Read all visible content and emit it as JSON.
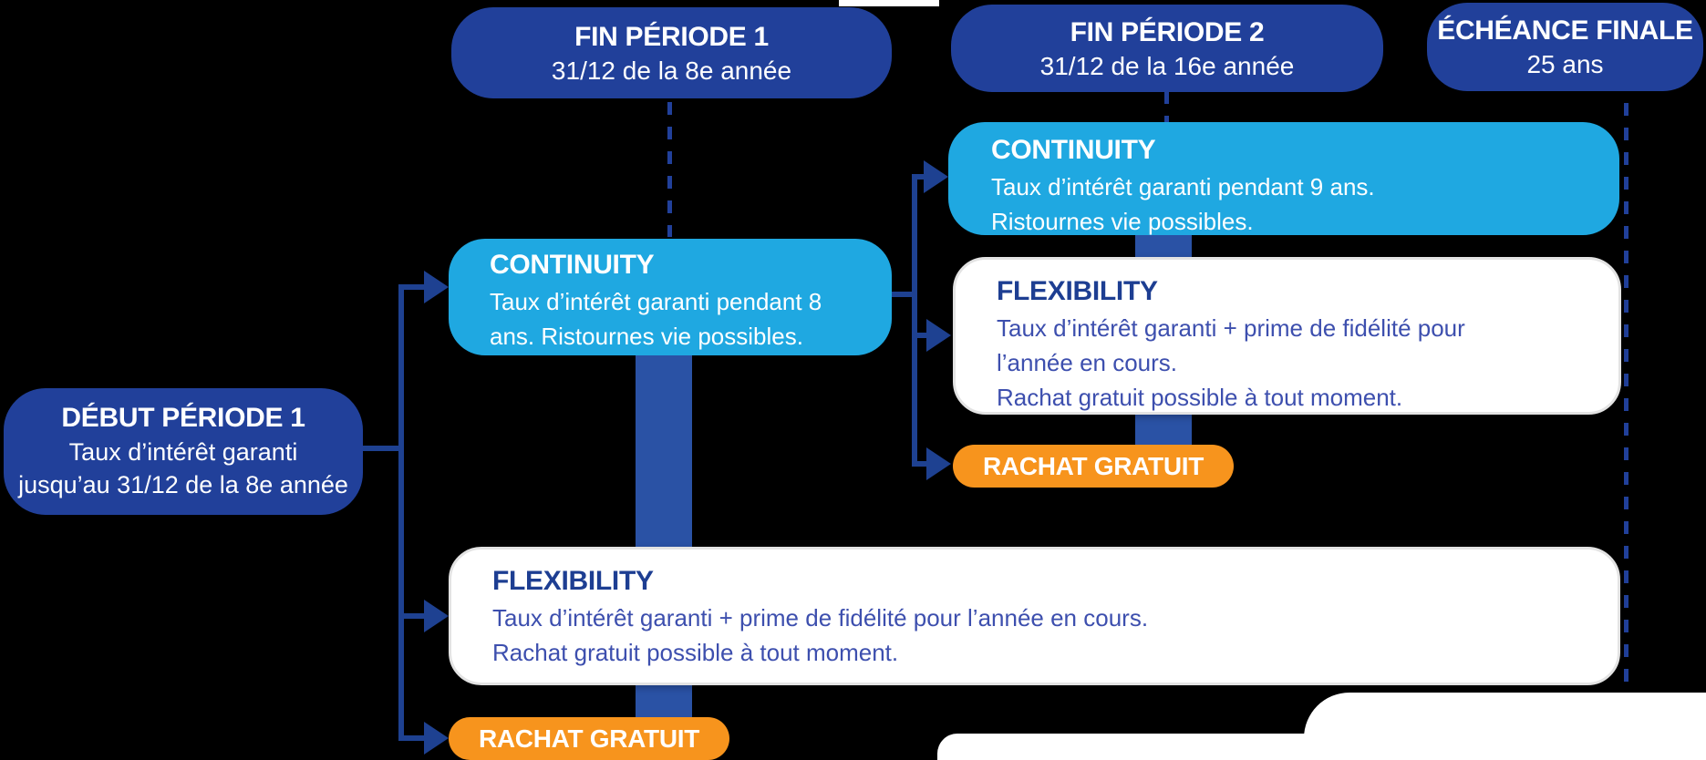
{
  "colors": {
    "background": "#000000",
    "navy": "#21409a",
    "line": "#1e4191",
    "cyan": "#1fa8e1",
    "bar": "#2a52a5",
    "orange": "#f7941d",
    "box_border": "#e3e3e3",
    "flex_title": "#1d3e92",
    "flex_body": "#3d4fae"
  },
  "milestones": {
    "start": {
      "title": "DÉBUT PÉRIODE 1",
      "lines": [
        "Taux d’intérêt garanti",
        "jusqu’au 31/12 de la 8e année"
      ]
    },
    "end_period_1": {
      "title": "FIN PÉRIODE 1",
      "subtitle": "31/12 de la 8e année"
    },
    "end_period_2": {
      "title": "FIN PÉRIODE 2",
      "subtitle": "31/12 de la 16e année"
    },
    "final_term": {
      "title": "ÉCHÉANCE FINALE",
      "subtitle": "25 ans"
    }
  },
  "period1": {
    "continuity": {
      "title": "CONTINUITY",
      "lines": [
        "Taux d’intérêt garanti pendant 8",
        "ans. Ristournes vie possibles."
      ]
    },
    "flexibility": {
      "title": "FLEXIBILITY",
      "lines": [
        "Taux d’intérêt garanti + prime de fidélité pour l’année en cours.",
        "Rachat gratuit possible à tout moment."
      ]
    },
    "rachat_label": "RACHAT GRATUIT"
  },
  "period2": {
    "continuity": {
      "title": "CONTINUITY",
      "lines": [
        "Taux d’intérêt garanti pendant 9 ans.",
        "Ristournes vie possibles."
      ]
    },
    "flexibility": {
      "title": "FLEXIBILITY",
      "lines": [
        "Taux d’intérêt garanti + prime de fidélité pour",
        "l’année en cours.",
        "Rachat gratuit possible à tout moment."
      ]
    },
    "rachat_label": "RACHAT GRATUIT"
  }
}
